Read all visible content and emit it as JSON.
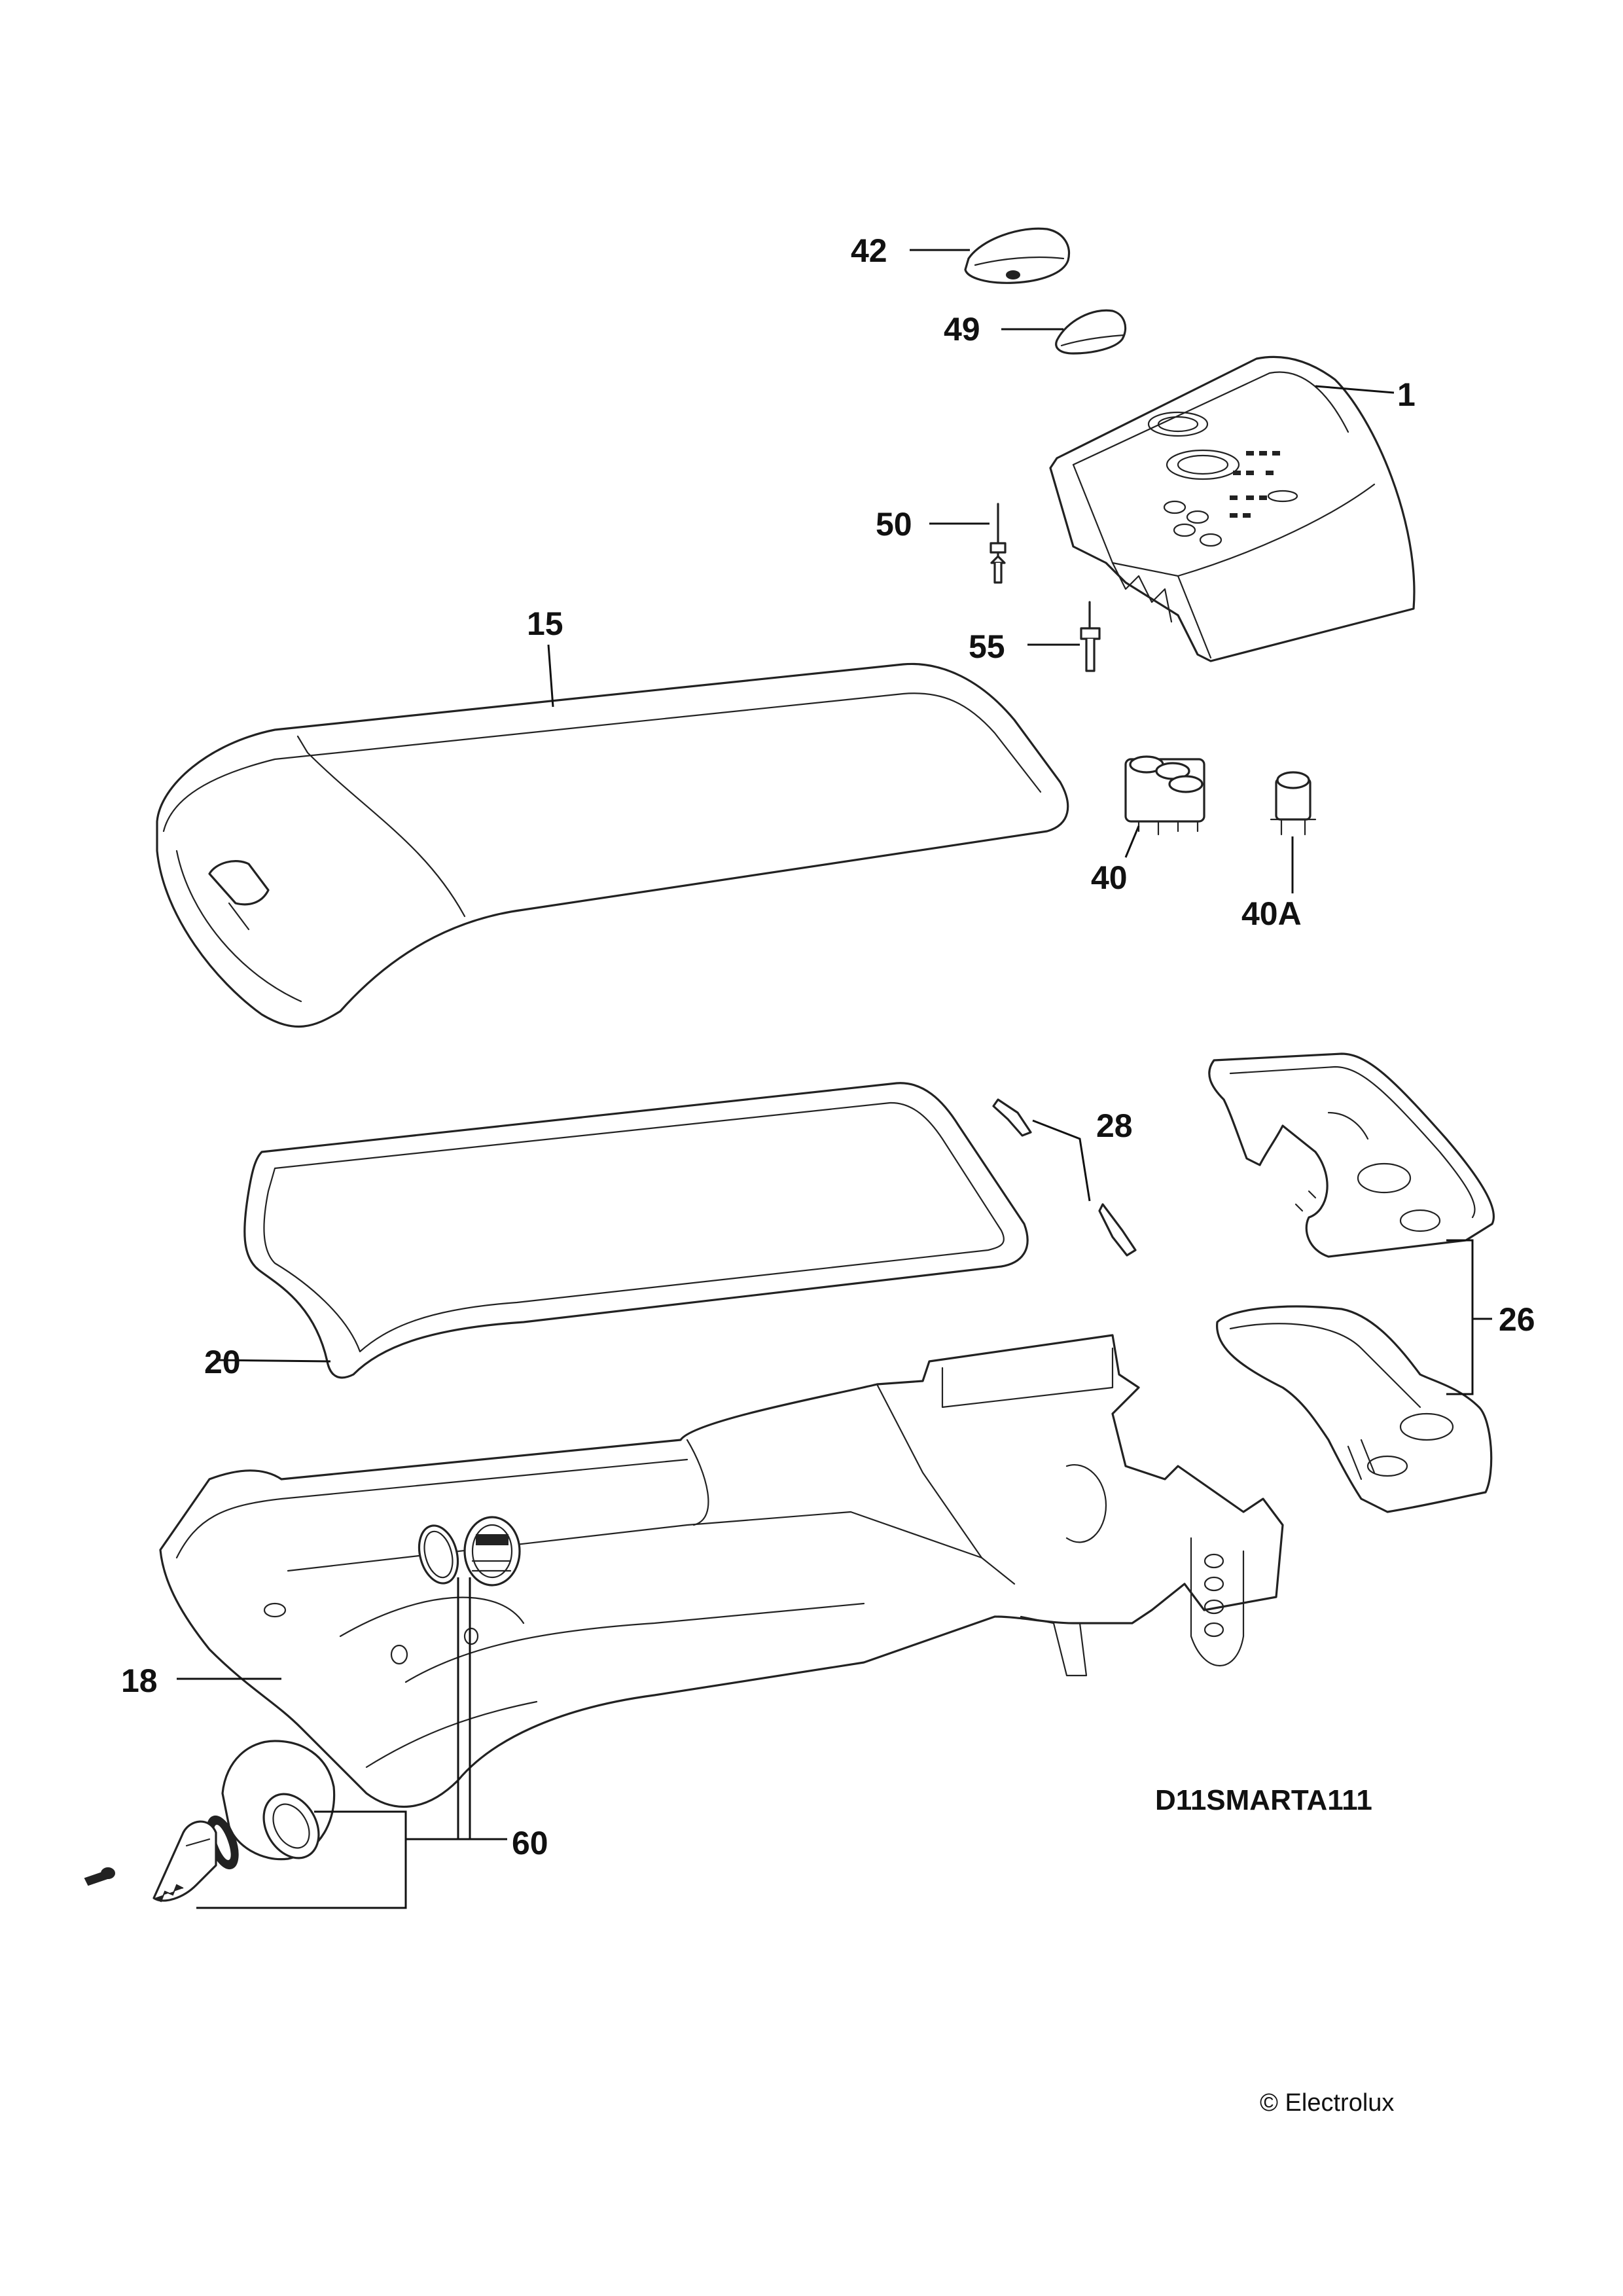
{
  "callouts": {
    "p42": "42",
    "p49": "49",
    "p1": "1",
    "p50": "50",
    "p55": "55",
    "p15": "15",
    "p40": "40",
    "p40a": "40A",
    "p28": "28",
    "p26": "26",
    "p20": "20",
    "p18": "18",
    "p60": "60"
  },
  "drawing_code": "D11SMARTA111",
  "copyright": "© Electrolux"
}
